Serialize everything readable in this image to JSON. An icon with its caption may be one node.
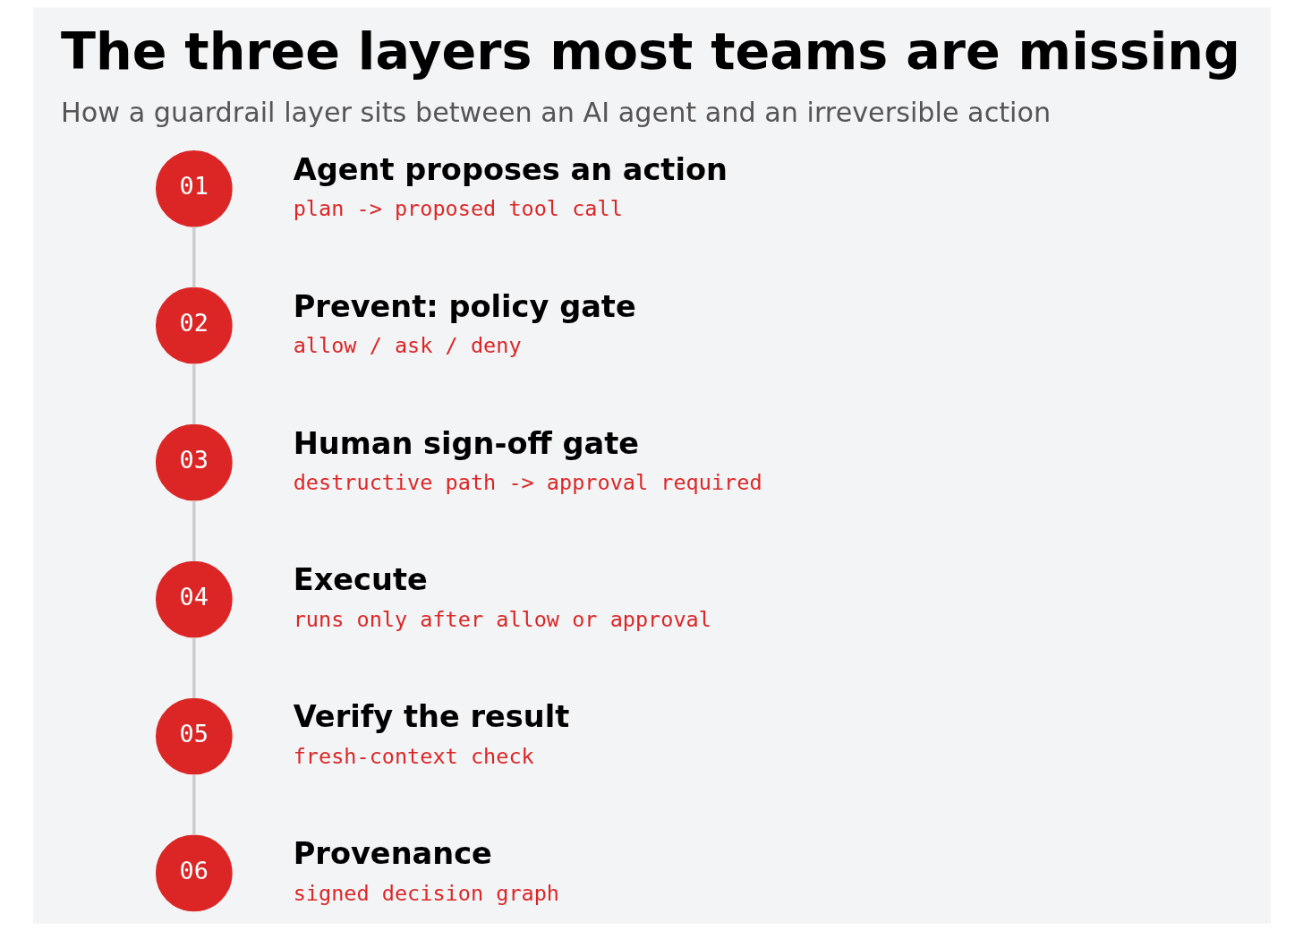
{
  "diagram": {
    "title": "The three layers most teams are missing",
    "caption": "How a guardrail layer sits between an AI agent and an irreversible action",
    "nodes": [
      {
        "text": [
          "01"
        ],
        "beside": [
          "Agent proposes an action",
          "plan -> proposed tool call"
        ]
      },
      {
        "text": [
          "02"
        ],
        "beside": [
          "Prevent: policy gate",
          "allow / ask / deny"
        ]
      },
      {
        "text": [
          "03"
        ],
        "beside": [
          "Human sign-off gate",
          "destructive path -> approval required"
        ]
      },
      {
        "text": [
          "04"
        ],
        "beside": [
          "Execute",
          "runs only after allow or approval"
        ]
      },
      {
        "text": [
          "05"
        ],
        "beside": [
          "Verify the result",
          "fresh-context check"
        ]
      },
      {
        "text": [
          "06"
        ],
        "beside": [
          "Provenance",
          "signed decision graph"
        ]
      }
    ],
    "edges": [
      {
        "from": 0,
        "to": 1,
        "arrow": "none"
      },
      {
        "from": 1,
        "to": 2,
        "arrow": "none"
      },
      {
        "from": 2,
        "to": 3,
        "arrow": "none"
      },
      {
        "from": 3,
        "to": 4,
        "arrow": "none"
      },
      {
        "from": 4,
        "to": 5,
        "arrow": "none"
      }
    ]
  }
}
